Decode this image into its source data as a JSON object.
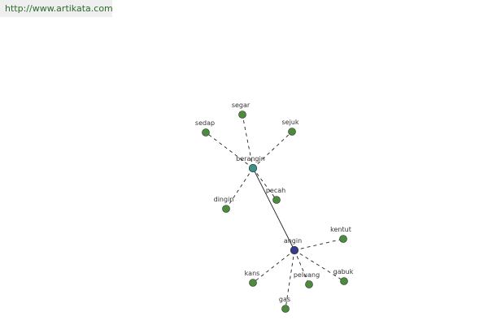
{
  "header": {
    "url": "http://www.artikata.com"
  },
  "graph": {
    "colors": {
      "leaf": "#4e8a3e",
      "hub_berangin": "#3f8f8a",
      "hub_angin": "#3a3a8c",
      "edge": "#222222"
    },
    "nodes": [
      {
        "id": "berangin",
        "label": "berangin",
        "kind": "hub",
        "color_key": "hub_berangin"
      },
      {
        "id": "angin",
        "label": "angin",
        "kind": "hub",
        "color_key": "hub_angin"
      },
      {
        "id": "segar",
        "label": "segar",
        "kind": "leaf"
      },
      {
        "id": "sedap",
        "label": "sedap",
        "kind": "leaf"
      },
      {
        "id": "sejuk",
        "label": "sejuk",
        "kind": "leaf"
      },
      {
        "id": "dingin",
        "label": "dingin",
        "kind": "leaf"
      },
      {
        "id": "pecah",
        "label": "pecah",
        "kind": "leaf"
      },
      {
        "id": "kentut",
        "label": "kentut",
        "kind": "leaf"
      },
      {
        "id": "gabuk",
        "label": "gabuk",
        "kind": "leaf"
      },
      {
        "id": "peluang",
        "label": "peluang",
        "kind": "leaf"
      },
      {
        "id": "kans",
        "label": "kans",
        "kind": "leaf"
      },
      {
        "id": "gas",
        "label": "gas",
        "kind": "leaf"
      }
    ],
    "edges": [
      {
        "from": "berangin",
        "to": "angin",
        "style": "solid"
      },
      {
        "from": "berangin",
        "to": "segar",
        "style": "dashed"
      },
      {
        "from": "berangin",
        "to": "sedap",
        "style": "dashed"
      },
      {
        "from": "berangin",
        "to": "sejuk",
        "style": "dashed"
      },
      {
        "from": "berangin",
        "to": "dingin",
        "style": "dashed"
      },
      {
        "from": "berangin",
        "to": "pecah",
        "style": "dashed"
      },
      {
        "from": "angin",
        "to": "kentut",
        "style": "dashed"
      },
      {
        "from": "angin",
        "to": "gabuk",
        "style": "dashed"
      },
      {
        "from": "angin",
        "to": "peluang",
        "style": "dashed"
      },
      {
        "from": "angin",
        "to": "kans",
        "style": "dashed"
      },
      {
        "from": "angin",
        "to": "gas",
        "style": "dashed"
      }
    ]
  }
}
